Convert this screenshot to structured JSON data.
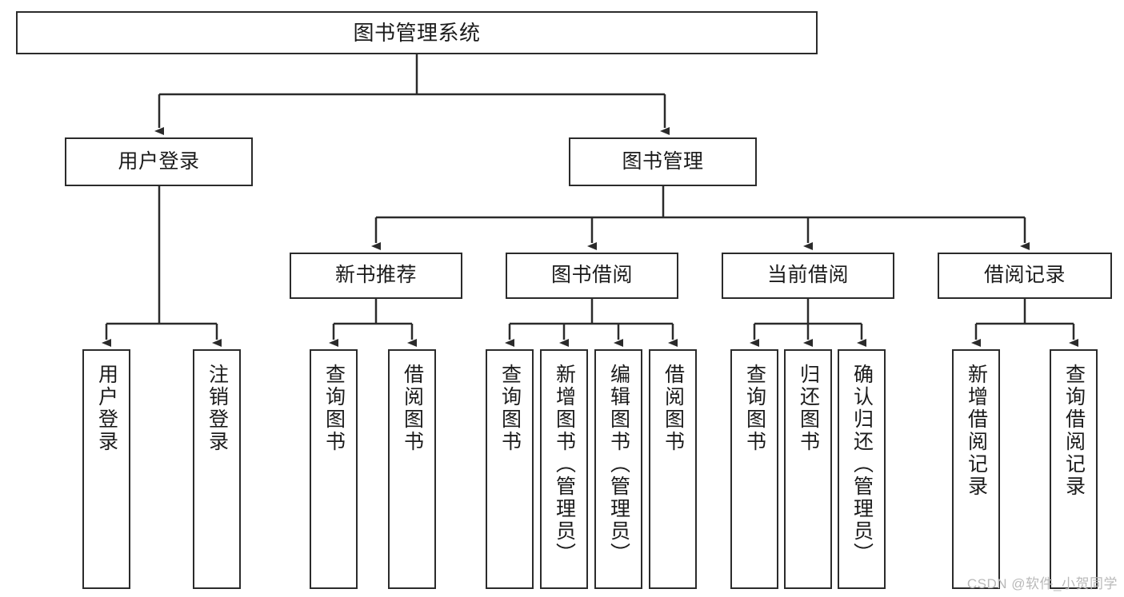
{
  "diagram": {
    "type": "tree",
    "title": "图书管理系统",
    "orientation": "top-down",
    "colors": {
      "box_border": "#2b2b2b",
      "box_fill": "#ffffff",
      "connector": "#2b2b2b",
      "watermark": "#b9b9b9"
    },
    "levels": {
      "root": {
        "label": "图书管理系统"
      },
      "level2": [
        {
          "id": "user-login",
          "label": "用户登录"
        },
        {
          "id": "book-manage",
          "label": "图书管理"
        }
      ],
      "level3": [
        {
          "id": "new-book-recommend",
          "label": "新书推荐",
          "parent": "book-manage"
        },
        {
          "id": "book-borrow",
          "label": "图书借阅",
          "parent": "book-manage"
        },
        {
          "id": "current-borrow",
          "label": "当前借阅",
          "parent": "book-manage"
        },
        {
          "id": "borrow-record",
          "label": "借阅记录",
          "parent": "book-manage"
        }
      ],
      "leaves": [
        {
          "id": "leaf-user-login",
          "label": "用户登录",
          "parent": "user-login"
        },
        {
          "id": "leaf-logout",
          "label": "注销登录",
          "parent": "user-login"
        },
        {
          "id": "leaf-query-book-1",
          "label": "查询图书",
          "parent": "new-book-recommend"
        },
        {
          "id": "leaf-borrow-book-1",
          "label": "借阅图书",
          "parent": "new-book-recommend"
        },
        {
          "id": "leaf-query-book-2",
          "label": "查询图书",
          "parent": "book-borrow"
        },
        {
          "id": "leaf-add-book",
          "label": "新增图书（管理员）",
          "parent": "book-borrow"
        },
        {
          "id": "leaf-edit-book",
          "label": "编辑图书（管理员）",
          "parent": "book-borrow"
        },
        {
          "id": "leaf-borrow-book-2",
          "label": "借阅图书",
          "parent": "book-borrow"
        },
        {
          "id": "leaf-query-book-3",
          "label": "查询图书",
          "parent": "current-borrow"
        },
        {
          "id": "leaf-return-book",
          "label": "归还图书",
          "parent": "current-borrow"
        },
        {
          "id": "leaf-confirm-return",
          "label": "确认归还（管理员）",
          "parent": "current-borrow"
        },
        {
          "id": "leaf-add-record",
          "label": "新增借阅记录",
          "parent": "borrow-record"
        },
        {
          "id": "leaf-query-record",
          "label": "查询借阅记录",
          "parent": "borrow-record"
        }
      ]
    }
  },
  "watermark": {
    "text": "CSDN @软件_小贺同学"
  }
}
